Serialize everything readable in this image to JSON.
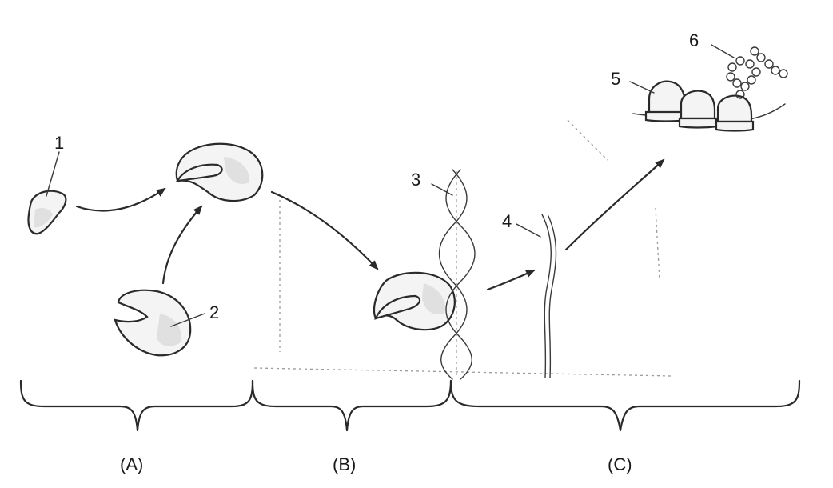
{
  "labels": {
    "n1": "1",
    "n2": "2",
    "n3": "3",
    "n4": "4",
    "n5": "5",
    "n6": "6"
  },
  "sections": {
    "a": "(A)",
    "b": "(B)",
    "c": "(C)"
  }
}
